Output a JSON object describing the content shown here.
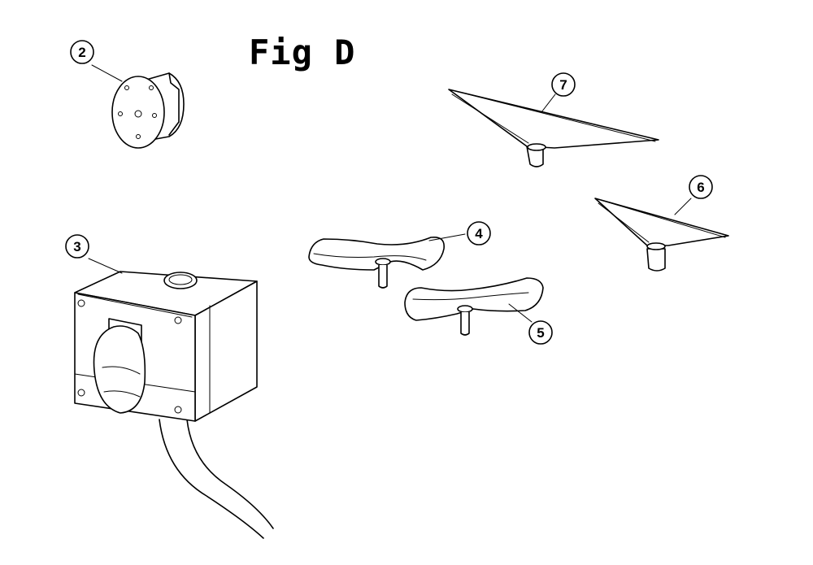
{
  "title": "Fig D",
  "callouts": {
    "c2": "2",
    "c3": "3",
    "c4": "4",
    "c5": "5",
    "c6": "6",
    "c7": "7"
  }
}
